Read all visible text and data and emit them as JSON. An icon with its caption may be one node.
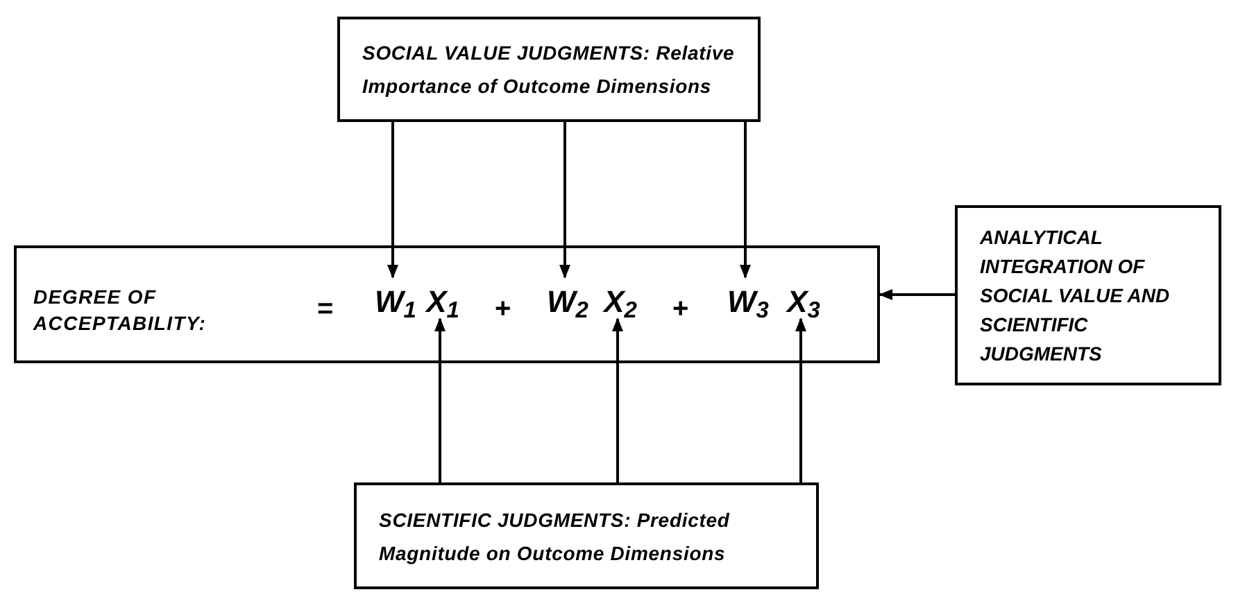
{
  "diagram": {
    "nodes": [
      {
        "text": [
          "SOCIAL VALUE JUDGMENTS: Relative Importance of Outcome Dimensions"
        ]
      },
      {
        "text": [
          "DEGREE OF ACCEPTABILITY:",
          "=",
          "+",
          "+"
        ]
      },
      {
        "text": [
          "W$_{1}$"
        ],
        "in": 1
      },
      {
        "text": [
          "X$_{1}$"
        ],
        "in": 1
      },
      {
        "text": [
          "W$_{2}$"
        ],
        "in": 1
      },
      {
        "text": [
          "X$_{2}$"
        ],
        "in": 1
      },
      {
        "text": [
          "W$_{3}$"
        ],
        "in": 1
      },
      {
        "text": [
          "X$_{3}$"
        ],
        "in": 1
      },
      {
        "text": [
          "ANALYTICAL INTEGRATION OF SOCIAL VALUE AND SCIENTIFIC JUDGMENTS"
        ]
      },
      {
        "text": [
          "SCIENTIFIC JUDGMENTS: Predicted Magnitude on Outcome Dimensions"
        ]
      }
    ],
    "edges": [
      {
        "from": 0,
        "to": 2,
        "arrow": "to"
      },
      {
        "from": 0,
        "to": 4,
        "arrow": "to"
      },
      {
        "from": 0,
        "to": 6,
        "arrow": "to"
      },
      {
        "from": 9,
        "to": 3,
        "arrow": "to"
      },
      {
        "from": 9,
        "to": 5,
        "arrow": "to"
      },
      {
        "from": 9,
        "to": 7,
        "arrow": "to"
      },
      {
        "from": 8,
        "to": 1,
        "arrow": "to"
      }
    ]
  }
}
